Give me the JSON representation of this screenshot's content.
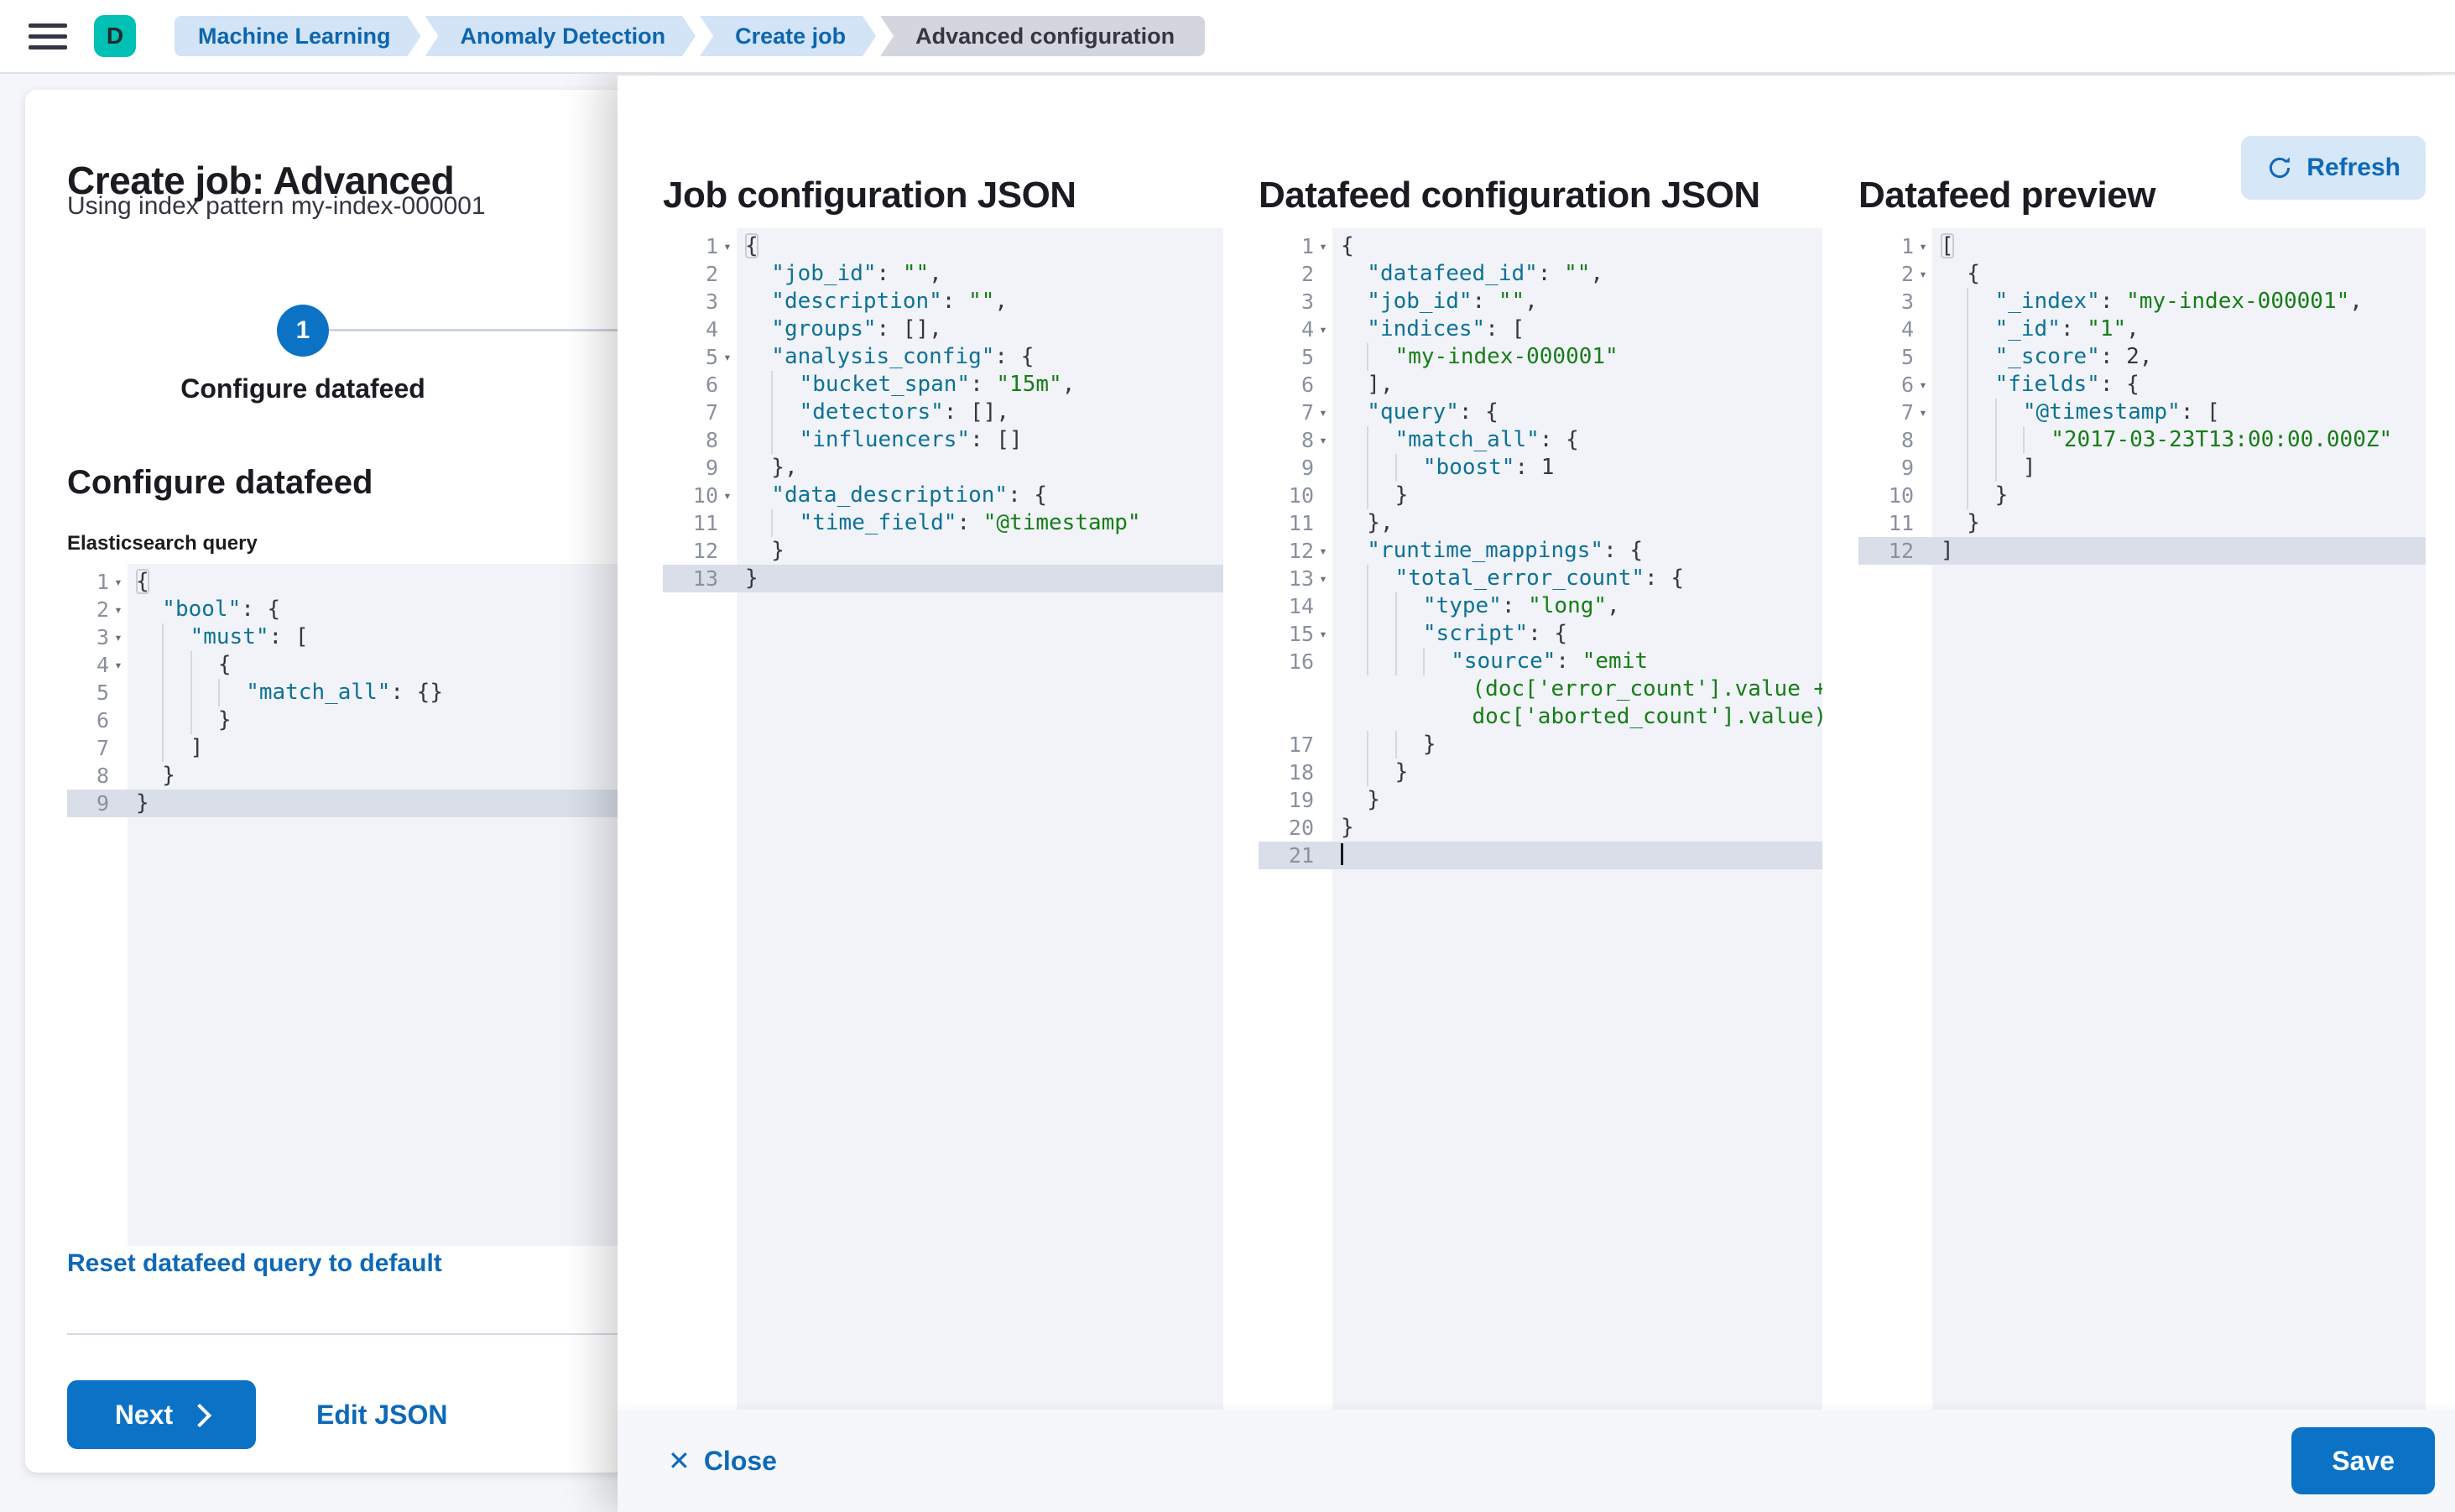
{
  "topbar": {
    "avatar_initial": "D",
    "breadcrumbs": [
      {
        "label": "Machine Learning"
      },
      {
        "label": "Anomaly Detection"
      },
      {
        "label": "Create job"
      },
      {
        "label": "Advanced configuration",
        "current": true
      }
    ]
  },
  "wizard": {
    "title": "Create job: Advanced",
    "subtitle": "Using index pattern my-index-000001",
    "step": {
      "number": "1",
      "label": "Configure datafeed"
    },
    "section_heading": "Configure datafeed",
    "query_editor": {
      "label": "Elasticsearch query",
      "lines": [
        {
          "n": "1",
          "f": 1,
          "i": 0,
          "t": [
            [
              "b",
              "{"
            ]
          ]
        },
        {
          "n": "2",
          "f": 1,
          "i": 1,
          "t": [
            [
              "k",
              "\"bool\""
            ],
            [
              "p",
              ": {"
            ]
          ]
        },
        {
          "n": "3",
          "f": 1,
          "i": 2,
          "t": [
            [
              "k",
              "\"must\""
            ],
            [
              "p",
              ": ["
            ]
          ]
        },
        {
          "n": "4",
          "f": 1,
          "i": 3,
          "t": [
            [
              "p",
              "{"
            ]
          ]
        },
        {
          "n": "5",
          "i": 4,
          "t": [
            [
              "k",
              "\"match_all\""
            ],
            [
              "p",
              ": {}"
            ]
          ]
        },
        {
          "n": "6",
          "i": 3,
          "t": [
            [
              "p",
              "}"
            ]
          ]
        },
        {
          "n": "7",
          "i": 2,
          "t": [
            [
              "p",
              "]"
            ]
          ]
        },
        {
          "n": "8",
          "i": 1,
          "t": [
            [
              "p",
              "}"
            ]
          ]
        },
        {
          "n": "9",
          "i": 0,
          "hl": 1,
          "t": [
            [
              "p",
              "}"
            ]
          ]
        }
      ]
    },
    "reset_link": "Reset datafeed query to default",
    "next_button": "Next",
    "edit_json_button": "Edit JSON"
  },
  "flyout": {
    "panels": [
      {
        "id": "job-config",
        "title": "Job configuration JSON",
        "lines": [
          {
            "n": "1",
            "f": 1,
            "i": 0,
            "t": [
              [
                "b",
                "{"
              ]
            ]
          },
          {
            "n": "2",
            "i": 1,
            "t": [
              [
                "k",
                "\"job_id\""
              ],
              [
                "p",
                ": "
              ],
              [
                "s",
                "\"\""
              ],
              [
                "p",
                ","
              ]
            ]
          },
          {
            "n": "3",
            "i": 1,
            "t": [
              [
                "k",
                "\"description\""
              ],
              [
                "p",
                ": "
              ],
              [
                "s",
                "\"\""
              ],
              [
                "p",
                ","
              ]
            ]
          },
          {
            "n": "4",
            "i": 1,
            "t": [
              [
                "k",
                "\"groups\""
              ],
              [
                "p",
                ": [],"
              ]
            ]
          },
          {
            "n": "5",
            "f": 1,
            "i": 1,
            "t": [
              [
                "k",
                "\"analysis_config\""
              ],
              [
                "p",
                ": {"
              ]
            ]
          },
          {
            "n": "6",
            "i": 2,
            "t": [
              [
                "k",
                "\"bucket_span\""
              ],
              [
                "p",
                ": "
              ],
              [
                "s",
                "\"15m\""
              ],
              [
                "p",
                ","
              ]
            ]
          },
          {
            "n": "7",
            "i": 2,
            "t": [
              [
                "k",
                "\"detectors\""
              ],
              [
                "p",
                ": [],"
              ]
            ]
          },
          {
            "n": "8",
            "i": 2,
            "t": [
              [
                "k",
                "\"influencers\""
              ],
              [
                "p",
                ": []"
              ]
            ]
          },
          {
            "n": "9",
            "i": 1,
            "t": [
              [
                "p",
                "},"
              ]
            ]
          },
          {
            "n": "10",
            "f": 1,
            "i": 1,
            "t": [
              [
                "k",
                "\"data_description\""
              ],
              [
                "p",
                ": {"
              ]
            ]
          },
          {
            "n": "11",
            "i": 2,
            "t": [
              [
                "k",
                "\"time_field\""
              ],
              [
                "p",
                ": "
              ],
              [
                "s",
                "\"@timestamp\""
              ]
            ]
          },
          {
            "n": "12",
            "i": 1,
            "t": [
              [
                "p",
                "}"
              ]
            ]
          },
          {
            "n": "13",
            "i": 0,
            "hl": 1,
            "t": [
              [
                "p",
                "}"
              ]
            ]
          }
        ]
      },
      {
        "id": "datafeed-config",
        "title": "Datafeed configuration JSON",
        "lines": [
          {
            "n": "1",
            "f": 1,
            "i": 0,
            "t": [
              [
                "p",
                "{"
              ]
            ]
          },
          {
            "n": "2",
            "i": 1,
            "t": [
              [
                "k",
                "\"datafeed_id\""
              ],
              [
                "p",
                ": "
              ],
              [
                "s",
                "\"\""
              ],
              [
                "p",
                ","
              ]
            ]
          },
          {
            "n": "3",
            "i": 1,
            "t": [
              [
                "k",
                "\"job_id\""
              ],
              [
                "p",
                ": "
              ],
              [
                "s",
                "\"\""
              ],
              [
                "p",
                ","
              ]
            ]
          },
          {
            "n": "4",
            "f": 1,
            "i": 1,
            "t": [
              [
                "k",
                "\"indices\""
              ],
              [
                "p",
                ": ["
              ]
            ]
          },
          {
            "n": "5",
            "i": 2,
            "t": [
              [
                "s",
                "\"my-index-000001\""
              ]
            ]
          },
          {
            "n": "6",
            "i": 1,
            "t": [
              [
                "p",
                "],"
              ]
            ]
          },
          {
            "n": "7",
            "f": 1,
            "i": 1,
            "t": [
              [
                "k",
                "\"query\""
              ],
              [
                "p",
                ": {"
              ]
            ]
          },
          {
            "n": "8",
            "f": 1,
            "i": 2,
            "t": [
              [
                "k",
                "\"match_all\""
              ],
              [
                "p",
                ": {"
              ]
            ]
          },
          {
            "n": "9",
            "i": 3,
            "t": [
              [
                "k",
                "\"boost\""
              ],
              [
                "p",
                ": "
              ],
              [
                "n",
                "1"
              ]
            ]
          },
          {
            "n": "10",
            "i": 2,
            "t": [
              [
                "p",
                "}"
              ]
            ]
          },
          {
            "n": "11",
            "i": 1,
            "t": [
              [
                "p",
                "},"
              ]
            ]
          },
          {
            "n": "12",
            "f": 1,
            "i": 1,
            "t": [
              [
                "k",
                "\"runtime_mappings\""
              ],
              [
                "p",
                ": {"
              ]
            ]
          },
          {
            "n": "13",
            "f": 1,
            "i": 2,
            "t": [
              [
                "k",
                "\"total_error_count\""
              ],
              [
                "p",
                ": {"
              ]
            ]
          },
          {
            "n": "14",
            "i": 3,
            "t": [
              [
                "k",
                "\"type\""
              ],
              [
                "p",
                ": "
              ],
              [
                "s",
                "\"long\""
              ],
              [
                "p",
                ","
              ]
            ]
          },
          {
            "n": "15",
            "f": 1,
            "i": 3,
            "t": [
              [
                "k",
                "\"script\""
              ],
              [
                "p",
                ": {"
              ]
            ]
          },
          {
            "n": "16",
            "i": 4,
            "t": [
              [
                "k",
                "\"source\""
              ],
              [
                "p",
                ": "
              ],
              [
                "s",
                "\"emit"
              ]
            ]
          },
          {
            "w": 10,
            "t": [
              [
                "s",
                "(doc['error_count'].value +"
              ]
            ]
          },
          {
            "w": 10,
            "t": [
              [
                "s",
                "doc['aborted_count'].value)\""
              ]
            ]
          },
          {
            "n": "17",
            "i": 3,
            "t": [
              [
                "p",
                "}"
              ]
            ]
          },
          {
            "n": "18",
            "i": 2,
            "t": [
              [
                "p",
                "}"
              ]
            ]
          },
          {
            "n": "19",
            "i": 1,
            "t": [
              [
                "p",
                "}"
              ]
            ]
          },
          {
            "n": "20",
            "i": 0,
            "t": [
              [
                "p",
                "}"
              ]
            ]
          },
          {
            "n": "21",
            "i": 0,
            "hl": 1,
            "cur": 1,
            "t": []
          }
        ]
      },
      {
        "id": "datafeed-preview",
        "title": "Datafeed preview",
        "refresh_button": "Refresh",
        "lines": [
          {
            "n": "1",
            "f": 1,
            "i": 0,
            "t": [
              [
                "b",
                "["
              ]
            ]
          },
          {
            "n": "2",
            "f": 1,
            "i": 1,
            "t": [
              [
                "p",
                "{"
              ]
            ]
          },
          {
            "n": "3",
            "i": 2,
            "t": [
              [
                "k",
                "\"_index\""
              ],
              [
                "p",
                ": "
              ],
              [
                "s",
                "\"my-index-000001\""
              ],
              [
                "p",
                ","
              ]
            ]
          },
          {
            "n": "4",
            "i": 2,
            "t": [
              [
                "k",
                "\"_id\""
              ],
              [
                "p",
                ": "
              ],
              [
                "s",
                "\"1\""
              ],
              [
                "p",
                ","
              ]
            ]
          },
          {
            "n": "5",
            "i": 2,
            "t": [
              [
                "k",
                "\"_score\""
              ],
              [
                "p",
                ": "
              ],
              [
                "n",
                "2"
              ],
              [
                "p",
                ","
              ]
            ]
          },
          {
            "n": "6",
            "f": 1,
            "i": 2,
            "t": [
              [
                "k",
                "\"fields\""
              ],
              [
                "p",
                ": {"
              ]
            ]
          },
          {
            "n": "7",
            "f": 1,
            "i": 3,
            "t": [
              [
                "k",
                "\"@timestamp\""
              ],
              [
                "p",
                ": ["
              ]
            ]
          },
          {
            "n": "8",
            "i": 4,
            "t": [
              [
                "s",
                "\"2017-03-23T13:00:00.000Z\""
              ]
            ]
          },
          {
            "n": "9",
            "i": 3,
            "t": [
              [
                "p",
                "]"
              ]
            ]
          },
          {
            "n": "10",
            "i": 2,
            "t": [
              [
                "p",
                "}"
              ]
            ]
          },
          {
            "n": "11",
            "i": 1,
            "t": [
              [
                "p",
                "}"
              ]
            ]
          },
          {
            "n": "12",
            "i": 0,
            "hl": 1,
            "t": [
              [
                "p",
                "]"
              ]
            ]
          }
        ]
      }
    ],
    "footer": {
      "close_label": "Close",
      "save_label": "Save"
    }
  },
  "colors": {
    "primary_button": "#0b72c6",
    "link": "#0d69b8",
    "breadcrumb_bg": "#d2e4f6",
    "breadcrumb_text": "#0e66ad",
    "breadcrumb_current_bg": "#d3d6de",
    "avatar_bg": "#00bfb3",
    "json_key": "#0d7296",
    "json_string": "#177d17",
    "json_number": "#343741",
    "editor_bg": "#f1f3f8",
    "active_line_bg": "#d9dee9",
    "step_circle": "#0b72c6"
  }
}
